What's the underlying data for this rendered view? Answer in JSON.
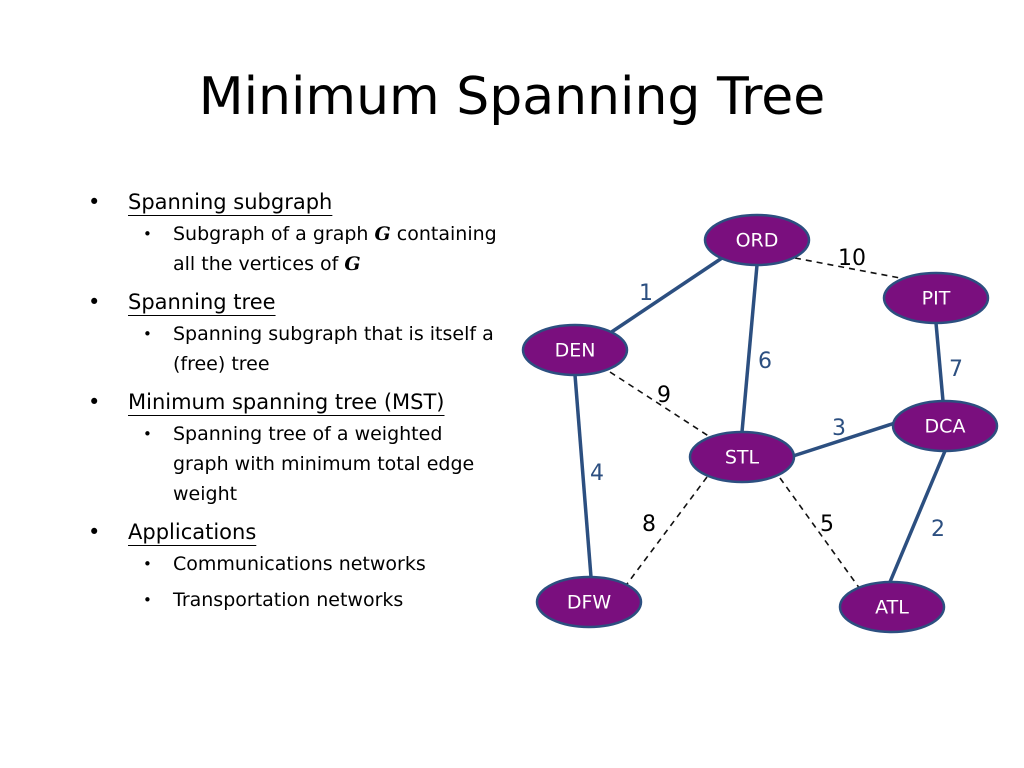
{
  "slide": {
    "title": "Minimum Spanning Tree"
  },
  "bullets": [
    {
      "text": "Spanning subgraph",
      "sub": [
        {
          "parts": [
            {
              "t": "Subgraph of a graph "
            },
            {
              "t": "G",
              "sym": true
            },
            {
              "t": " containing"
            }
          ],
          "parts2": [
            {
              "t": "all the vertices of "
            },
            {
              "t": "G",
              "sym": true
            }
          ]
        }
      ]
    },
    {
      "text": "Spanning tree",
      "sub": [
        {
          "parts": [
            {
              "t": "Spanning subgraph that is itself a"
            }
          ],
          "parts2": [
            {
              "t": "(free) tree"
            }
          ]
        }
      ]
    },
    {
      "text": "Minimum spanning tree (MST)",
      "sub": [
        {
          "parts": [
            {
              "t": "Spanning tree of a weighted"
            }
          ],
          "parts2": [
            {
              "t": "graph with minimum total edge"
            }
          ],
          "parts3": [
            {
              "t": "weight"
            }
          ]
        }
      ]
    },
    {
      "text": "Applications",
      "sub": [
        {
          "parts": [
            {
              "t": "Communications networks"
            }
          ]
        },
        {
          "parts": [
            {
              "t": "Transportation networks"
            }
          ]
        }
      ]
    }
  ],
  "graph": {
    "colors": {
      "node_fill": "#7a0f7e",
      "node_stroke": "#2c4f80",
      "mst_edge": "#2c4f80",
      "non_mst_edge": "#111111"
    },
    "nodes": [
      "ORD",
      "PIT",
      "DEN",
      "DCA",
      "STL",
      "DFW",
      "ATL"
    ],
    "edges": [
      {
        "from": "ORD",
        "to": "DEN",
        "weight": "1",
        "in_mst": true
      },
      {
        "from": "ORD",
        "to": "PIT",
        "weight": "10",
        "in_mst": false
      },
      {
        "from": "ORD",
        "to": "STL",
        "weight": "6",
        "in_mst": true
      },
      {
        "from": "PIT",
        "to": "DCA",
        "weight": "7",
        "in_mst": true
      },
      {
        "from": "DEN",
        "to": "STL",
        "weight": "9",
        "in_mst": false
      },
      {
        "from": "DEN",
        "to": "DFW",
        "weight": "4",
        "in_mst": true
      },
      {
        "from": "STL",
        "to": "DCA",
        "weight": "3",
        "in_mst": true
      },
      {
        "from": "STL",
        "to": "DFW",
        "weight": "8",
        "in_mst": false
      },
      {
        "from": "STL",
        "to": "ATL",
        "weight": "5",
        "in_mst": false
      },
      {
        "from": "DCA",
        "to": "ATL",
        "weight": "2",
        "in_mst": true
      }
    ]
  }
}
